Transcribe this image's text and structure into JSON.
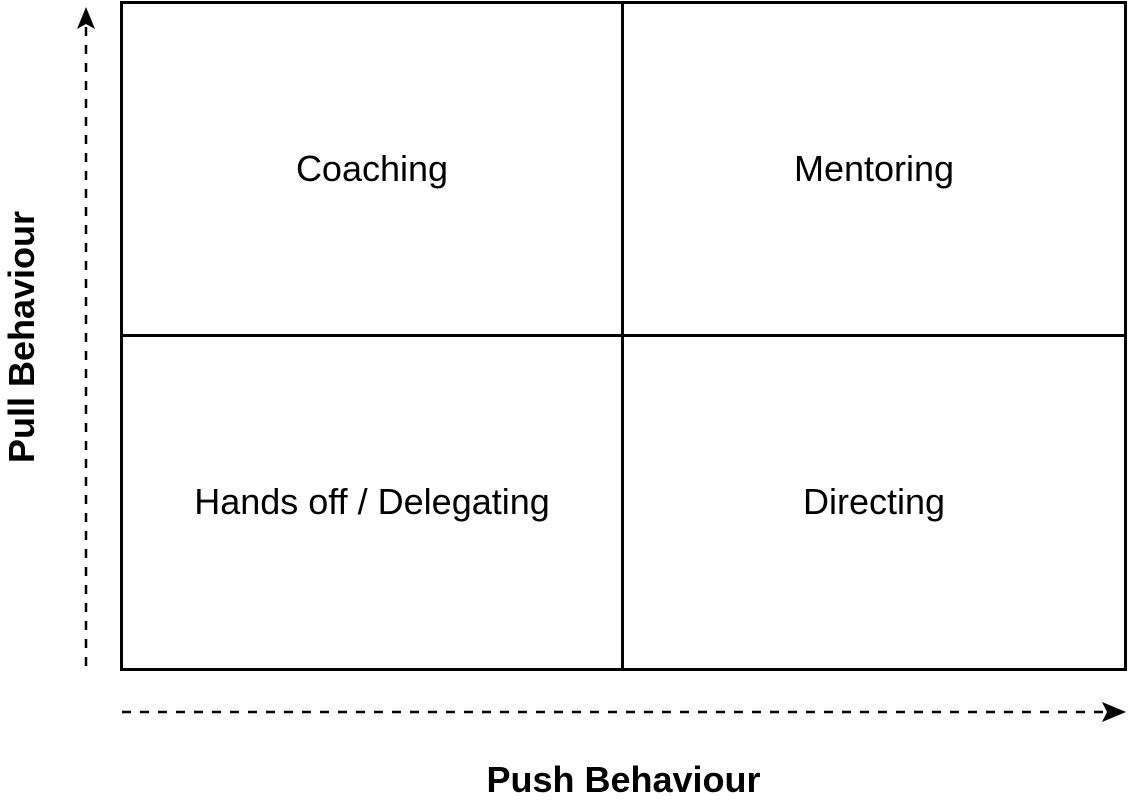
{
  "diagram": {
    "quadrants": {
      "top_left": "Coaching",
      "top_right": "Mentoring",
      "bottom_left": "Hands off / Delegating",
      "bottom_right": "Directing"
    },
    "x_axis": {
      "label": "Push Behaviour",
      "direction": "left-to-right",
      "line_style": "dashed"
    },
    "y_axis": {
      "label": "Pull Behaviour",
      "direction": "bottom-to-top",
      "line_style": "dashed"
    },
    "colors": {
      "line": "#000000",
      "background": "#ffffff"
    }
  }
}
